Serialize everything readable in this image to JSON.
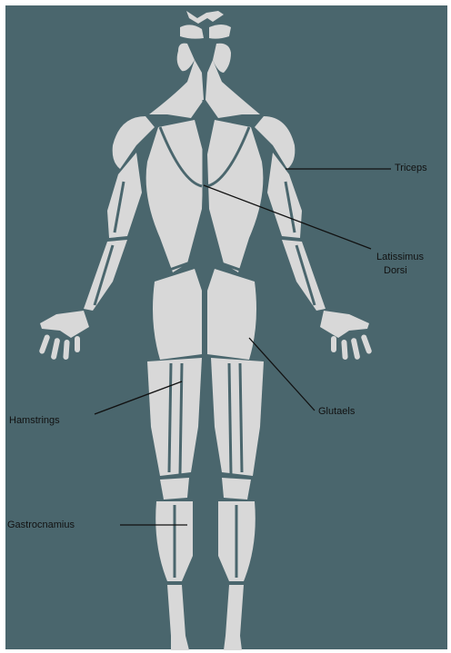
{
  "figure": {
    "background_color": "#4a666d",
    "figure_color": "#d8d8d8",
    "border_color": "#ffffff",
    "leader_line_color": "#111111"
  },
  "labels": {
    "triceps": "Triceps",
    "latissimus_line1": "Latissimus",
    "latissimus_line2": "Dorsi",
    "glutes": "Glutaels",
    "hamstrings": "Hamstrings",
    "gastrocnemius": "Gastrocnamius"
  }
}
